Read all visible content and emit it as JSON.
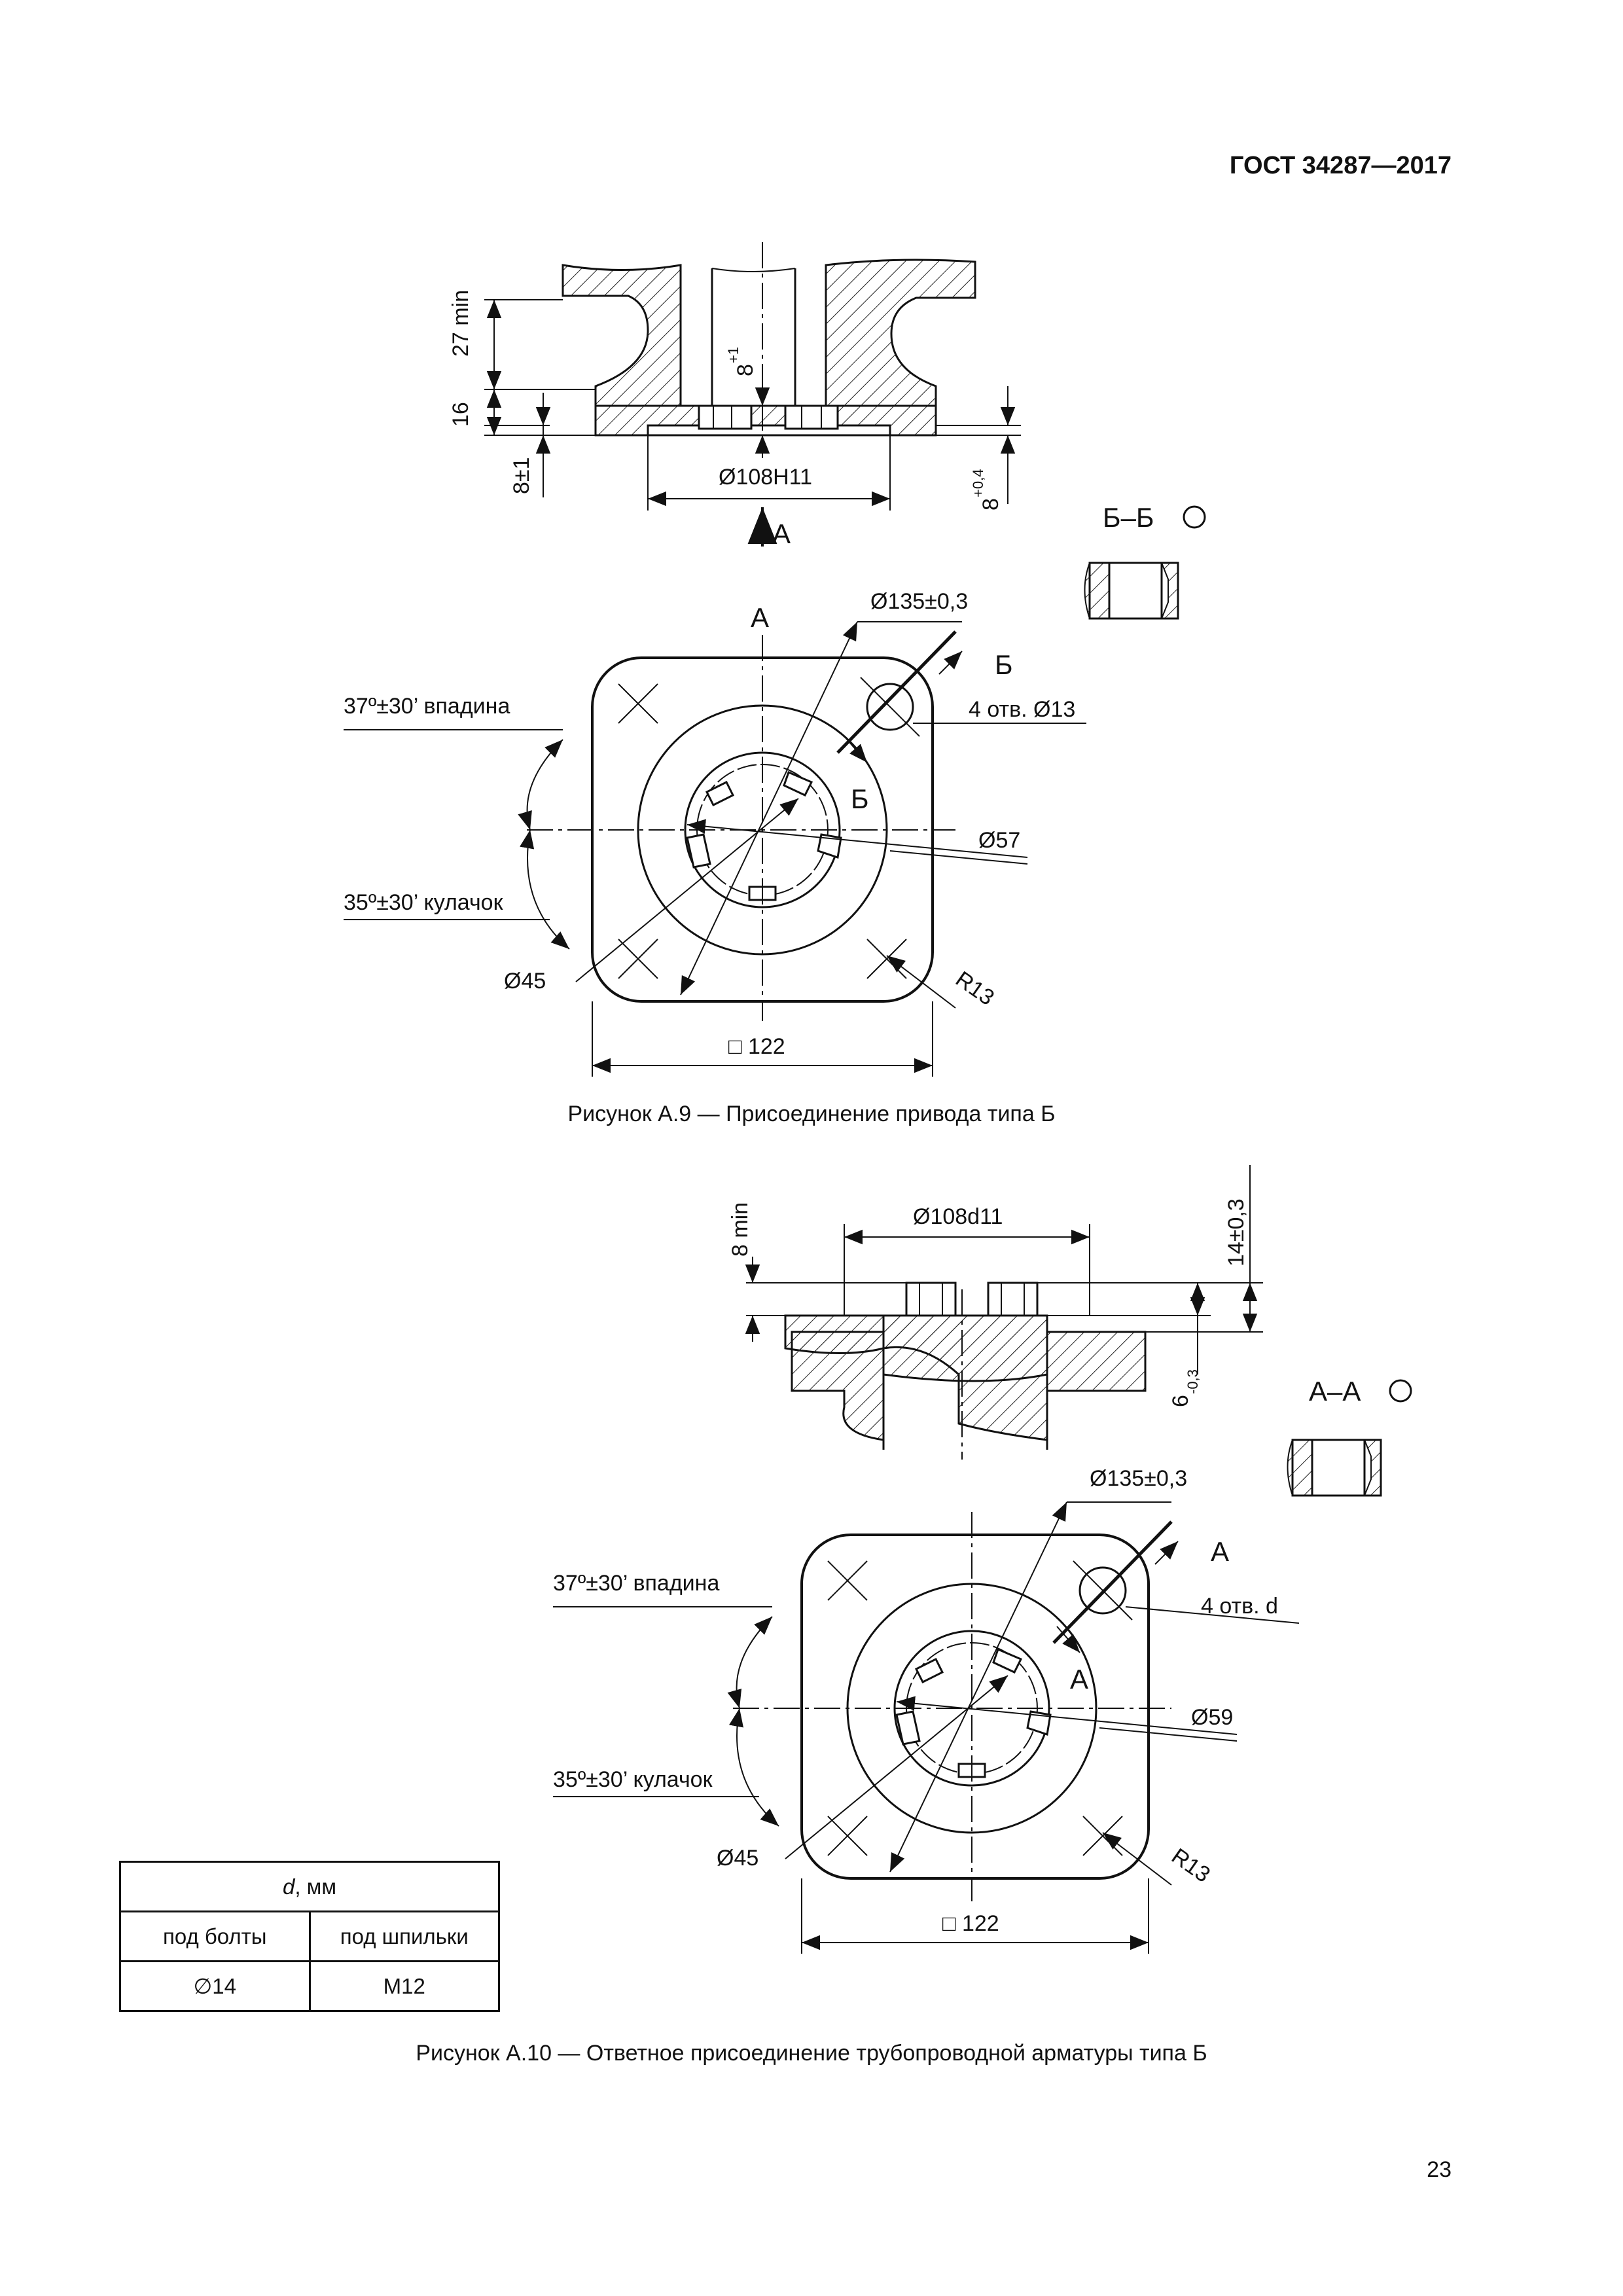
{
  "header": {
    "standard": "ГОСТ 34287—2017"
  },
  "figure1": {
    "caption": "Рисунок А.9 — Присоединение привода типа Б",
    "section": {
      "dim_27min": "27 min",
      "dim_16": "16",
      "dim_8_sup": "8",
      "dim_8_sup_tol": "+1",
      "dim_8pm1": "8±1",
      "dim_bore": "Ø108Н11",
      "dim_8_04": "8",
      "dim_8_04_tol": "+0,4",
      "view_letter": "А"
    },
    "view": {
      "view_label": "А",
      "pcd": "Ø135±0,3",
      "holes": "4 отв. Ø13",
      "section_mark": "Б",
      "section_mark2": "Б",
      "angle_slot": "37º±30’ впадина",
      "angle_cam": "35º±30’ кулачок",
      "d57": "Ø57",
      "d45": "Ø45",
      "r13": "R13",
      "square": "□ 122"
    },
    "section_title": "Б–Б"
  },
  "figure2": {
    "caption": "Рисунок А.10 — Ответное присоединение трубопроводной арматуры типа Б",
    "section": {
      "dim_8min": "8 min",
      "dim_bore": "Ø108d11",
      "dim_14": "14±0,3",
      "dim_6": "6",
      "dim_6_tol": "-0,3"
    },
    "view": {
      "pcd": "Ø135±0,3",
      "holes": "4 отв. d",
      "section_mark": "А",
      "section_mark2": "А",
      "angle_slot": "37º±30’ впадина",
      "angle_cam": "35º±30’ кулачок",
      "d59": "Ø59",
      "d45": "Ø45",
      "r13": "R13",
      "square": "□ 122"
    },
    "section_title": "А–А"
  },
  "table": {
    "title_symbol": "d",
    "title_unit": ", мм",
    "col1": "под болты",
    "col2": "под шпильки",
    "val1": "∅14",
    "val2": "М12"
  },
  "page_number": "23"
}
